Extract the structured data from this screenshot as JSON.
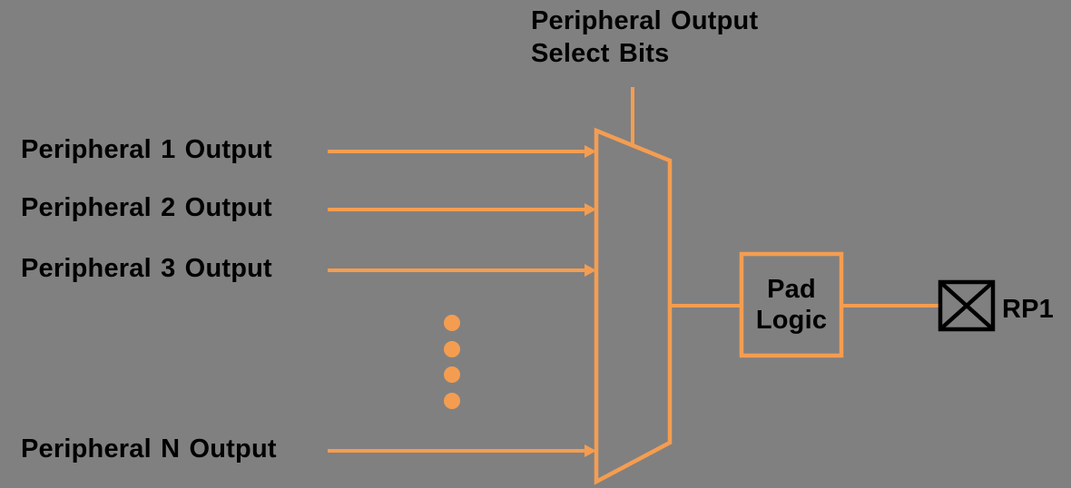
{
  "colors": {
    "background": "#808080",
    "wire": "#F49D51",
    "ink": "#000000"
  },
  "diagram": {
    "select_bits_title": {
      "line1": "Peripheral Output",
      "line2": "Select Bits"
    },
    "inputs": [
      {
        "label": "Peripheral 1 Output"
      },
      {
        "label": "Peripheral 2 Output"
      },
      {
        "label": "Peripheral 3 Output"
      },
      {
        "label": "Peripheral N Output"
      }
    ],
    "ellipsis_dot_count": 4,
    "mux_type": "multiplexer",
    "pad_logic_box": {
      "line1": "Pad",
      "line2": "Logic"
    },
    "pad_name": "RP1"
  }
}
